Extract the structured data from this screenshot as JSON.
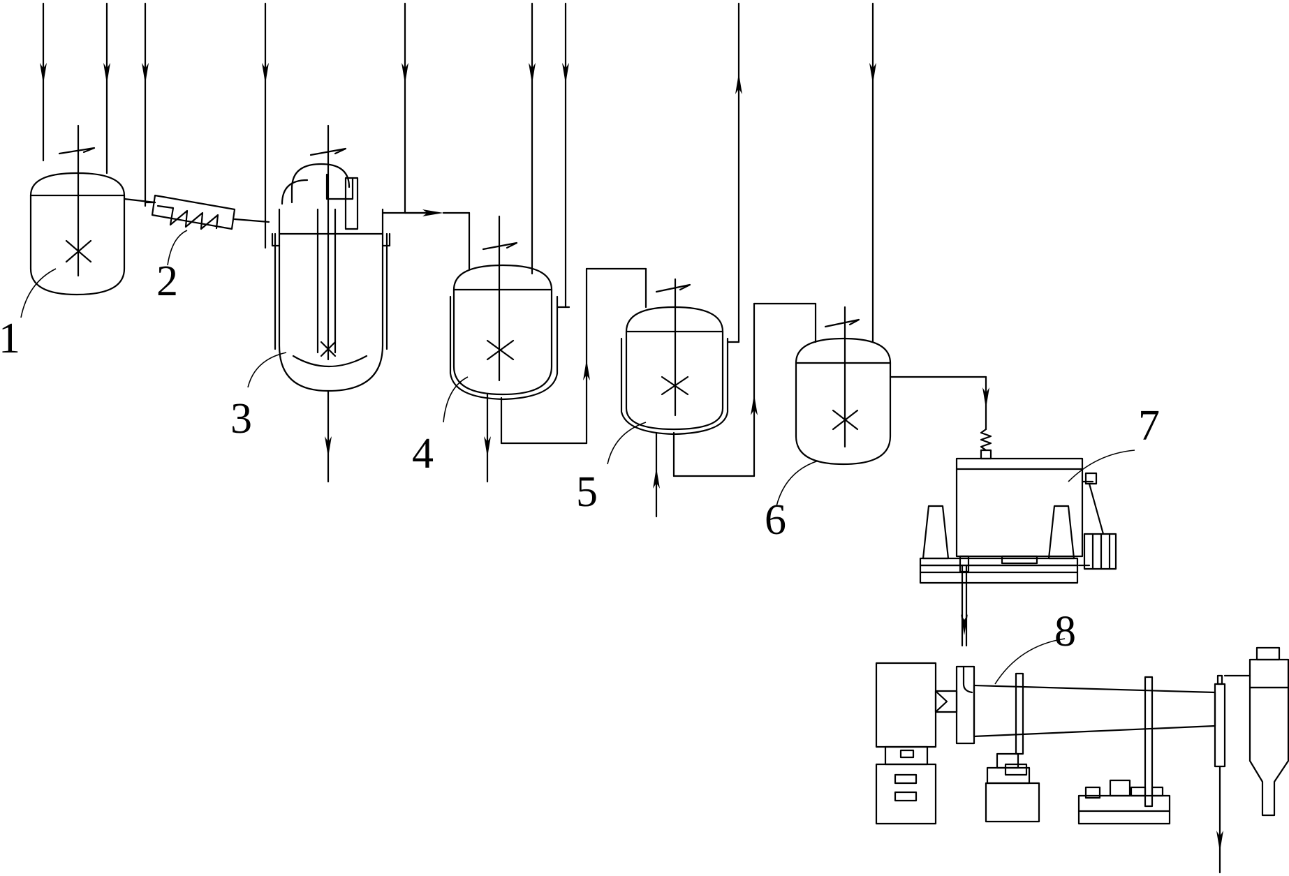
{
  "diagram": {
    "type": "process-flow",
    "labels": [
      {
        "id": "1",
        "text": "1"
      },
      {
        "id": "2",
        "text": "2"
      },
      {
        "id": "3",
        "text": "3"
      },
      {
        "id": "4",
        "text": "4"
      },
      {
        "id": "5",
        "text": "5"
      },
      {
        "id": "6",
        "text": "6"
      },
      {
        "id": "7",
        "text": "7"
      },
      {
        "id": "8",
        "text": "8"
      }
    ]
  }
}
